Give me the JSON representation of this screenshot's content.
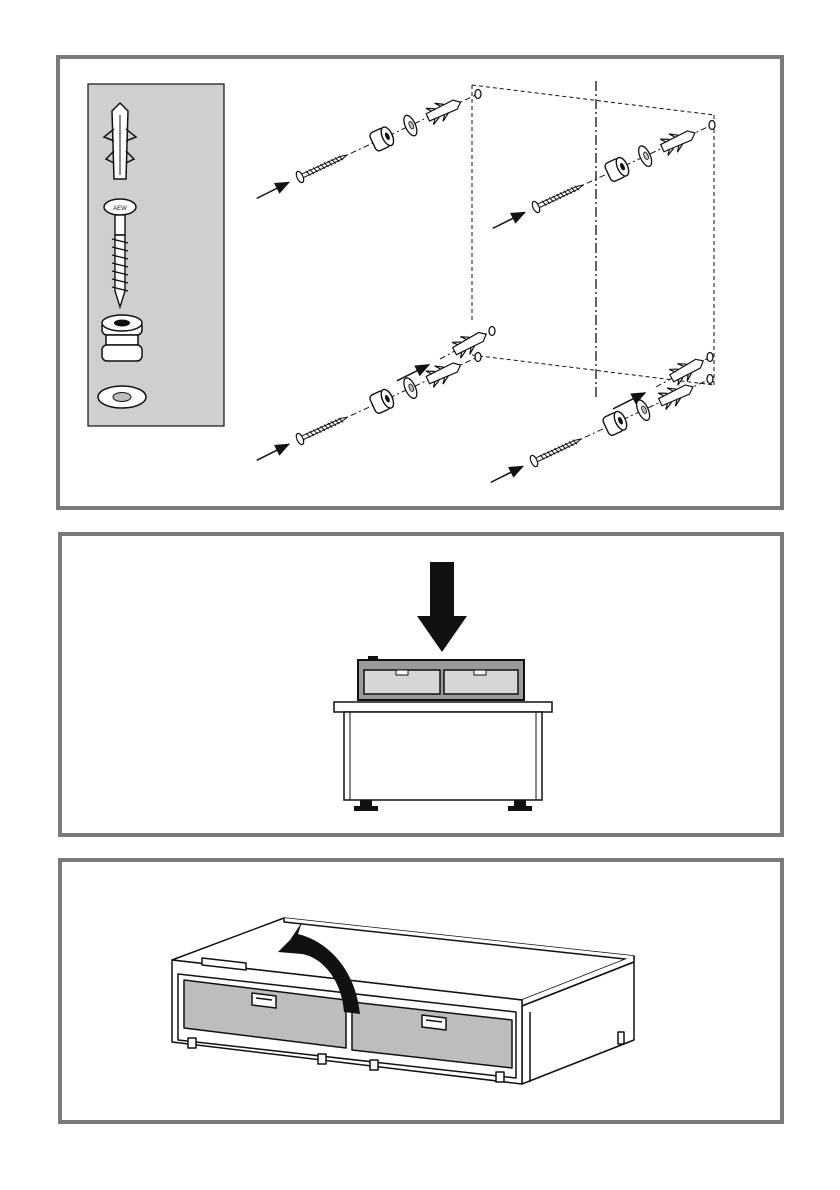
{
  "page": {
    "steps": [
      {
        "id": "wall-mounting-hardware"
      },
      {
        "id": "place-drawer-unit-on-cabinet"
      },
      {
        "id": "open-lid"
      }
    ]
  },
  "legend": {
    "items": [
      "wall-plug",
      "screw",
      "spacer-bushing",
      "washer"
    ],
    "screw_head_text": "AEW"
  },
  "colors": {
    "frame": "#7a7a7a",
    "legend_bg": "#cfcfcf",
    "drawer_fill": "#bdbdbd",
    "line": "#111111"
  }
}
